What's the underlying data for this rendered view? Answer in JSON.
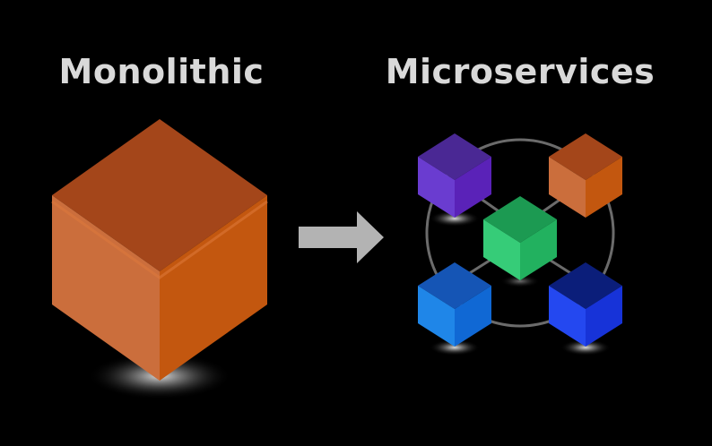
{
  "diagram": {
    "left_title": "Monolithic",
    "right_title": "Microservices",
    "arrow": {
      "color": "#b3b3b3"
    },
    "monolith": {
      "colors": {
        "top": "#a4461a",
        "left": "#cb6e3c",
        "right": "#c3570f",
        "edge": "#de7a3c"
      }
    },
    "services": [
      {
        "id": "purple",
        "colors": {
          "top": "#4a2894",
          "left": "#6a3cd0",
          "right": "#5a22b8"
        }
      },
      {
        "id": "orange",
        "colors": {
          "top": "#a4461a",
          "left": "#cb6e3c",
          "right": "#c3570f"
        }
      },
      {
        "id": "green",
        "colors": {
          "top": "#1c9a52",
          "left": "#36cc78",
          "right": "#22b15f"
        }
      },
      {
        "id": "blue",
        "colors": {
          "top": "#1555b5",
          "left": "#1f86e8",
          "right": "#1068d4"
        }
      },
      {
        "id": "navy",
        "colors": {
          "top": "#0b1e7a",
          "left": "#2448f0",
          "right": "#1733d8"
        }
      }
    ],
    "connector_color": "#6b6b6b"
  }
}
